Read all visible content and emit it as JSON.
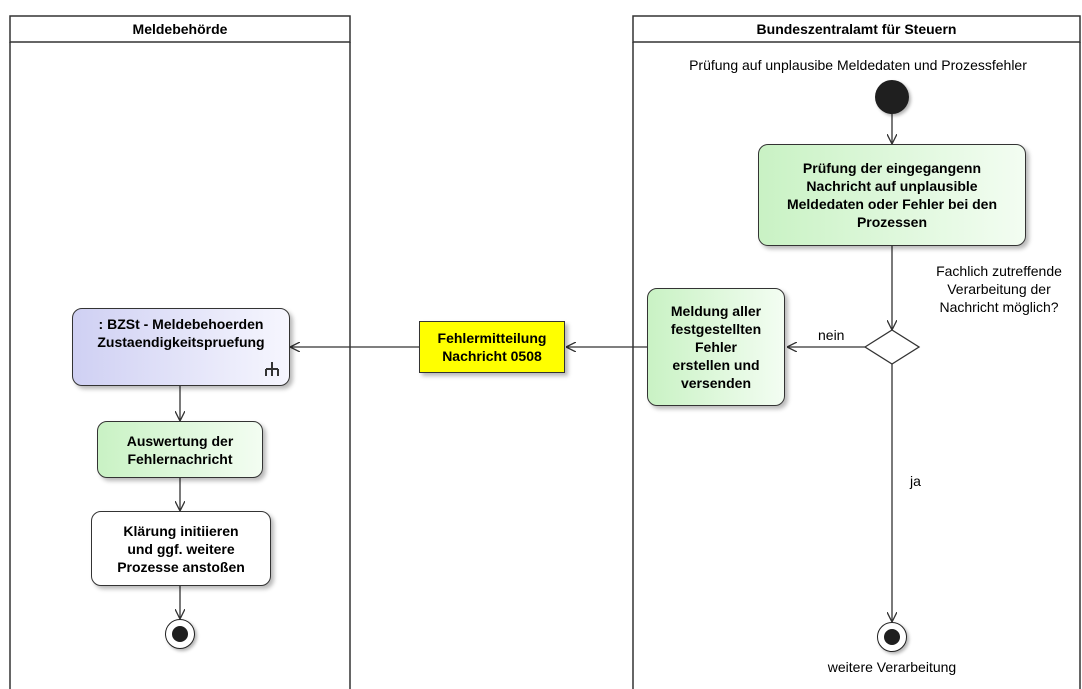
{
  "lanes": {
    "left": {
      "title": "Meldebehörde"
    },
    "right": {
      "title": "Bundeszentralamt für Steuern"
    }
  },
  "bzst": {
    "heading": "Prüfung auf unplausibe Meldedaten und Prozessfehler",
    "check_activity": "Prüfung der eingegangenn\nNachricht auf unplausible\nMeldedaten oder Fehler bei den\nProzessen",
    "decision_question": "Fachlich zutreffende\nVerarbeitung der\nNachricht möglich?",
    "branch_no": "nein",
    "branch_yes": "ja",
    "report_activity": "Meldung aller\nfestgestellten\nFehler\nerstellen und\nversenden",
    "end_label": "weitere Verarbeitung"
  },
  "message_object": "Fehlermitteilung\nNachricht 0508",
  "meldebehoerde": {
    "call_activity": ": BZSt - Meldebehoerden\nZustaendigkeitspruefung",
    "evaluate_activity": "Auswertung der\nFehlernachricht",
    "clarify_activity": "Klärung initiieren\nund ggf. weitere\nProzesse anstoßen"
  },
  "colors": {
    "activity_green": "#c9f2c4",
    "call_activity_blue": "#cfd0f3",
    "object_yellow": "#ffff00",
    "line": "#333333"
  }
}
